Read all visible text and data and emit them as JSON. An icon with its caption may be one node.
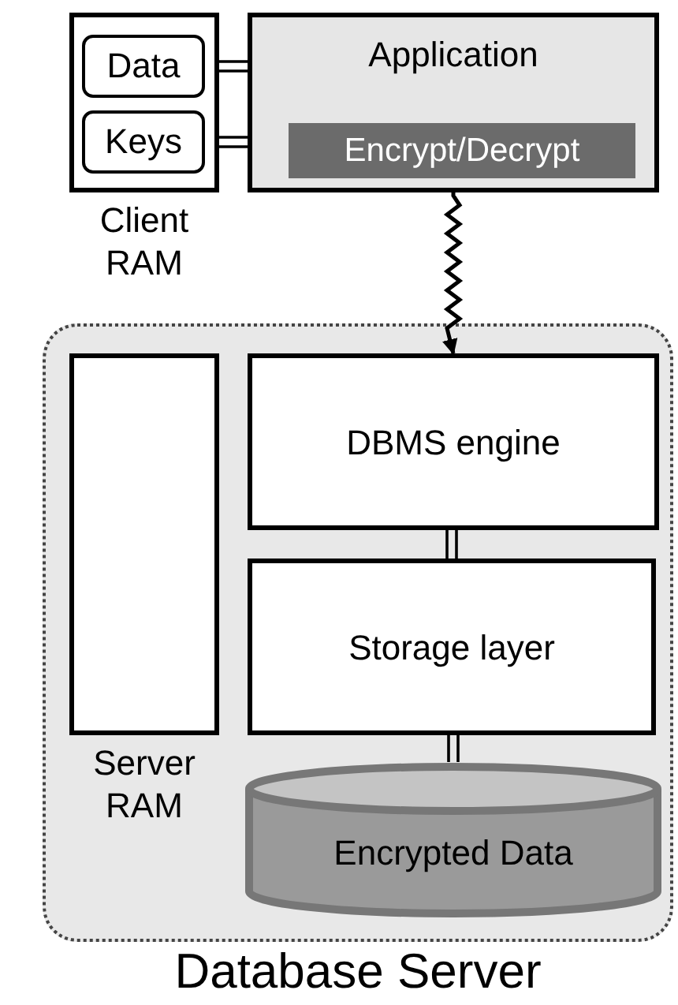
{
  "diagram": {
    "nodes": [
      {
        "text": [
          "Client RAM"
        ]
      },
      {
        "text": [
          "Data"
        ],
        "in": 0
      },
      {
        "text": [
          "Keys"
        ],
        "in": 0
      },
      {
        "text": [
          "Application"
        ]
      },
      {
        "text": [
          "Encrypt/Decrypt"
        ],
        "in": 3
      },
      {
        "text": [
          "Database Server"
        ]
      },
      {
        "text": [
          "Server RAM"
        ],
        "in": 5
      },
      {
        "text": [
          "DBMS engine"
        ],
        "in": 5
      },
      {
        "text": [
          "Storage layer"
        ],
        "in": 5
      },
      {
        "text": [
          "Encrypted Data"
        ],
        "in": 5
      }
    ],
    "edges": [
      {
        "from": 1,
        "to": 3,
        "arrow": "none"
      },
      {
        "from": 2,
        "to": 3,
        "arrow": "none"
      },
      {
        "from": 3,
        "to": 7,
        "arrow": "to"
      },
      {
        "from": 7,
        "to": 8,
        "arrow": "none"
      },
      {
        "from": 8,
        "to": 9,
        "arrow": "none"
      }
    ]
  }
}
